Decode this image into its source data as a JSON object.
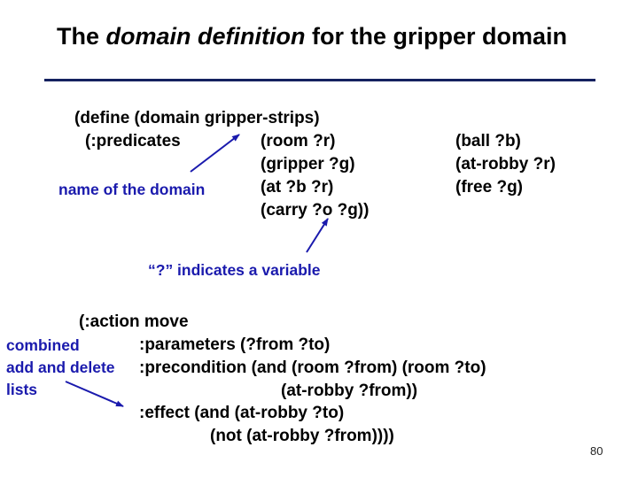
{
  "slide": {
    "title": {
      "pre": "The ",
      "emph": "domain definition",
      "post": " for the gripper domain"
    },
    "page_number": "80"
  },
  "colors": {
    "annotation_blue": "#1a1aad",
    "underline_navy": "#14215f",
    "code_black": "#000000"
  },
  "code_block_1": {
    "define_line": "(define (domain gripper-strips)",
    "predicates_line": "(:predicates",
    "predicates_col_1": [
      "(room ?r)",
      "(gripper ?g)",
      "(at ?b ?r)",
      "(carry ?o ?g))"
    ],
    "predicates_col_2": [
      "(ball ?b)",
      "(at-robby ?r)",
      "(free ?g)"
    ]
  },
  "annotations": {
    "name_of_domain": "name of the domain",
    "variable_note": "“?” indicates a variable",
    "combined_lists": [
      "combined",
      "add and delete",
      "lists"
    ]
  },
  "code_block_2": {
    "action_line": "(:action move",
    "parameters_line": ":parameters (?from ?to)",
    "precondition_line": ":precondition (and (room ?from) (room ?to)",
    "precondition_cont_line": "(at-robby ?from))",
    "effect_line": ":effect (and (at-robby ?to)",
    "effect_cont_line": "(not (at-robby ?from))))"
  }
}
